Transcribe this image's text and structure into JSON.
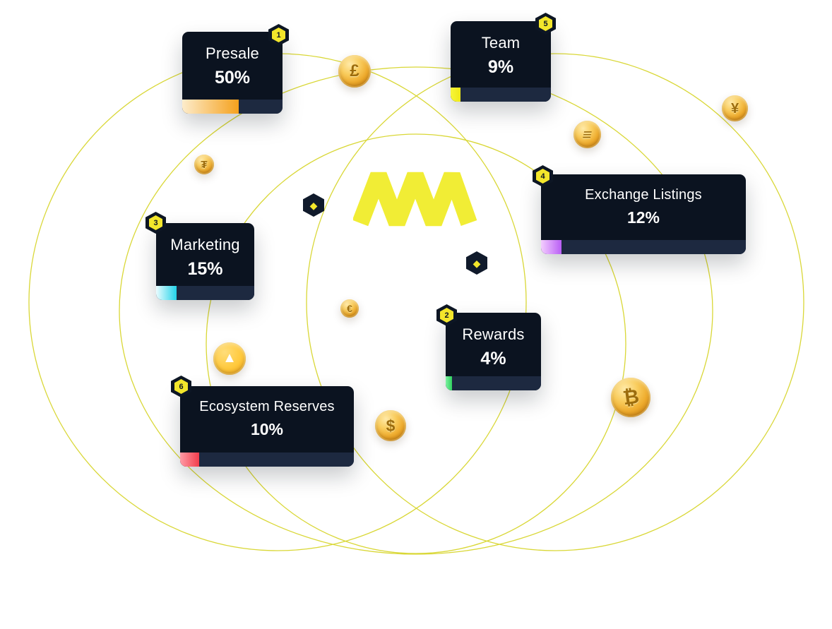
{
  "page": {
    "background_color": "#ffffff",
    "orbit_color": "#d5d321",
    "brand_yellow": "#f1ed35",
    "card_background": "#0b1320",
    "bar_track_color": "#1d2940"
  },
  "logo": {
    "name": "brand-m-logo",
    "color": "#f1ed35"
  },
  "allocations": [
    {
      "badge": "1",
      "label": "Presale",
      "percent": "50%",
      "bar_fill_percent": 56,
      "bar_color_from": "#fdeccb",
      "bar_color_to": "#f5a11d"
    },
    {
      "badge": "2",
      "label": "Rewards",
      "percent": "4%",
      "bar_fill_percent": 7,
      "bar_color_from": "#7ef2a2",
      "bar_color_to": "#2fd05e"
    },
    {
      "badge": "3",
      "label": "Marketing",
      "percent": "15%",
      "bar_fill_percent": 21,
      "bar_color_from": "#eafcff",
      "bar_color_to": "#23d3e9"
    },
    {
      "badge": "4",
      "label": "Exchange Listings",
      "percent": "12%",
      "bar_fill_percent": 10,
      "bar_color_from": "#f3cdfe",
      "bar_color_to": "#b95ef5"
    },
    {
      "badge": "5",
      "label": "Team",
      "percent": "9%",
      "bar_fill_percent": 10,
      "bar_color_from": "#f7f63a",
      "bar_color_to": "#efe916"
    },
    {
      "badge": "6",
      "label": "Ecosystem Reserves",
      "percent": "10%",
      "bar_fill_percent": 11,
      "bar_color_from": "#ff9ba6",
      "bar_color_to": "#f23d4c"
    }
  ],
  "coins": [
    {
      "name": "pound-coin",
      "symbol": "£"
    },
    {
      "name": "yen-coin",
      "symbol": "¥"
    },
    {
      "name": "solana-coin",
      "symbol": "≡"
    },
    {
      "name": "tether-coin",
      "symbol": "₮"
    },
    {
      "name": "euro-coin",
      "symbol": "€"
    },
    {
      "name": "avalanche-coin",
      "symbol": "▲"
    },
    {
      "name": "dollar-coin",
      "symbol": "$"
    },
    {
      "name": "bitcoin-coin",
      "symbol": "₿"
    },
    {
      "name": "bnb-diamond",
      "symbol": "◆"
    }
  ]
}
